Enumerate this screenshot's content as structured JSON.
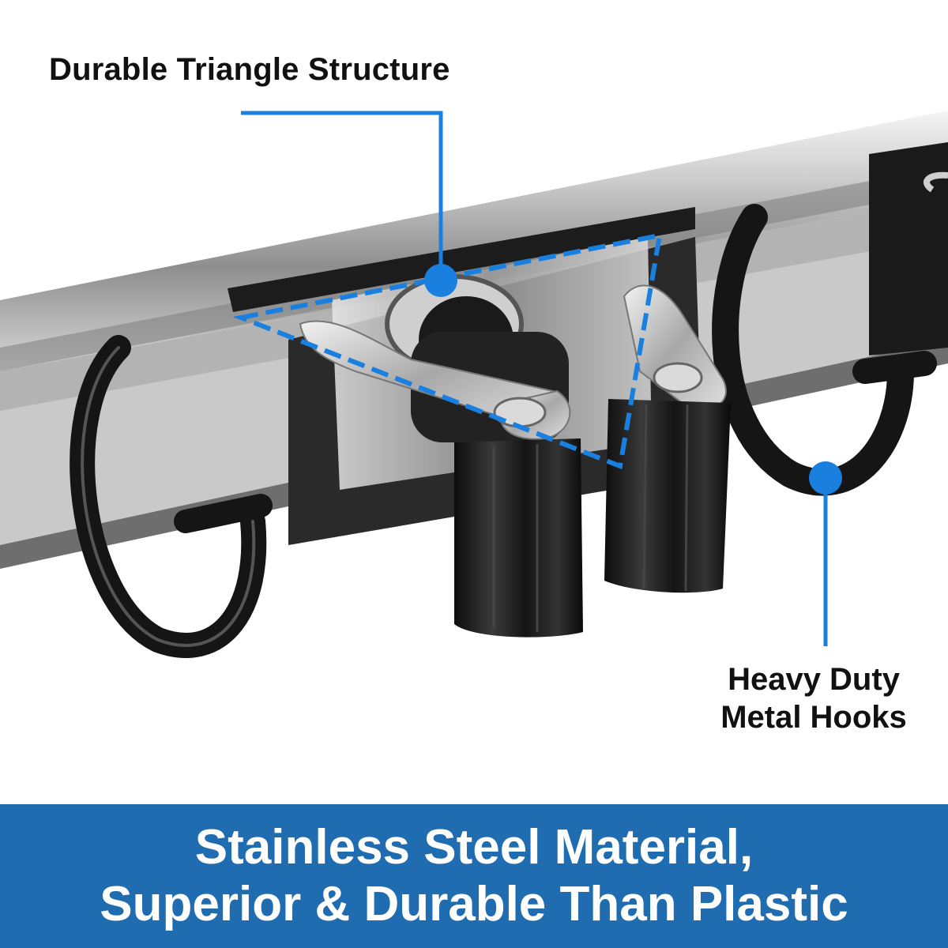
{
  "callouts": {
    "triangle": "Durable Triangle Structure",
    "hooks_line1": "Heavy Duty",
    "hooks_line2": "Metal Hooks"
  },
  "banner": {
    "line1": "Stainless Steel Material,",
    "line2": "Superior & Durable Than Plastic"
  },
  "colors": {
    "accent": "#1a80e0",
    "banner": "#1f6cb0",
    "metal_dark": "#151515"
  }
}
